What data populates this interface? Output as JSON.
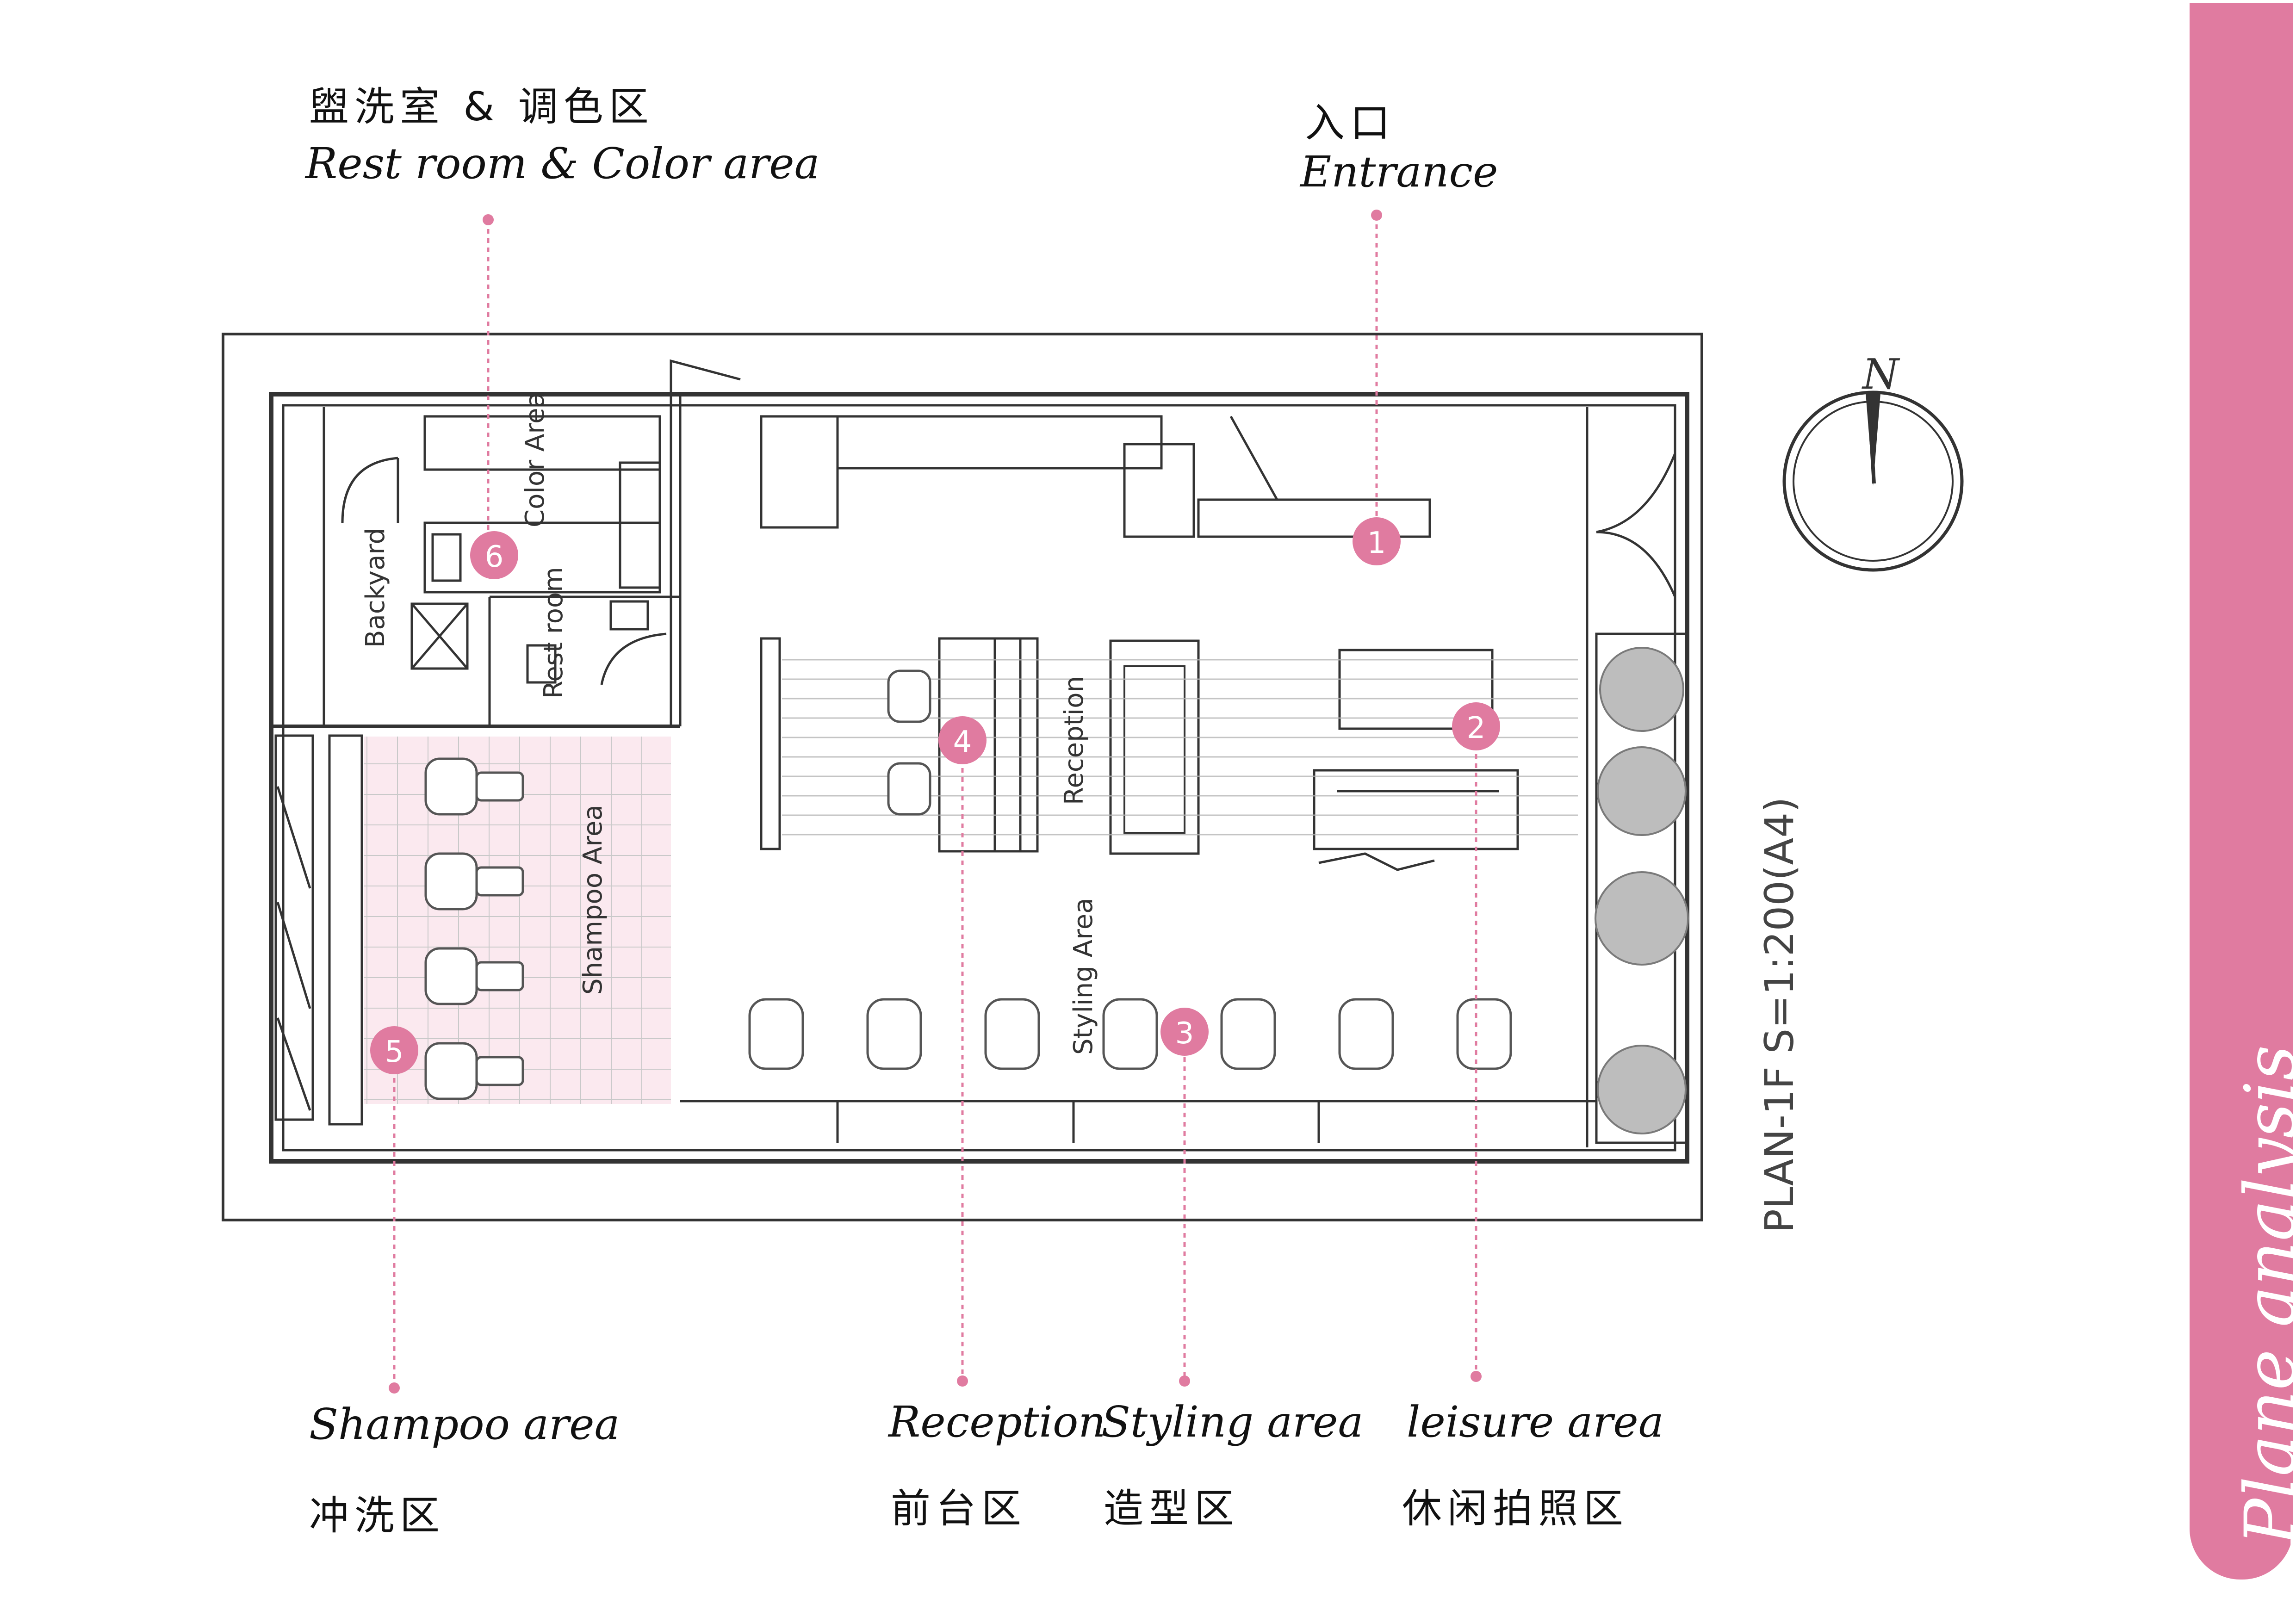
{
  "side_title": "Plane analysis",
  "scale_note": "PLAN-1F S=1:200(A4)",
  "compass_label": "N",
  "accent_color": "#e07ba0",
  "callouts": {
    "restroom_color": {
      "cn": "盥洗室 & 调色区",
      "en": "Rest room & Color area"
    },
    "entrance": {
      "cn": "入口",
      "en": "Entrance"
    },
    "shampoo": {
      "en": "Shampoo area",
      "cn": "冲洗区"
    },
    "reception": {
      "en": "Reception",
      "cn": "前台区"
    },
    "styling": {
      "en": "Styling area",
      "cn": "造型区"
    },
    "leisure": {
      "en": "leisure area",
      "cn": "休闲拍照区"
    }
  },
  "markers": [
    "1",
    "2",
    "3",
    "4",
    "5",
    "6"
  ],
  "room_labels": {
    "color_area": "Color Area",
    "backyard": "Backyard",
    "rest_room": "Rest room",
    "reception": "Reception",
    "shampoo_area": "Shampoo Area",
    "styling_area": "Styling Area"
  }
}
